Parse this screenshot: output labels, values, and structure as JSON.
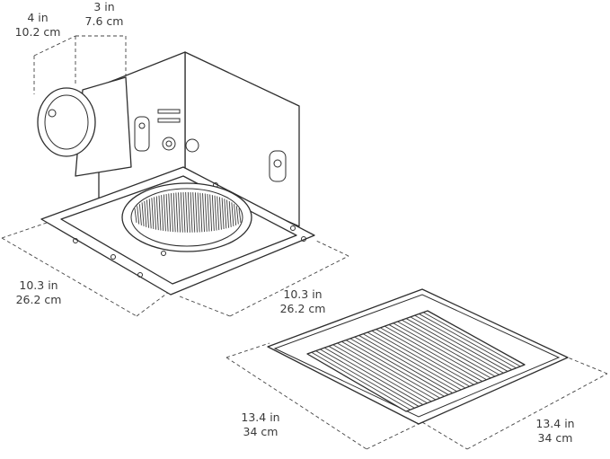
{
  "dimensions": {
    "duct_diameter": {
      "imperial": "4 in",
      "metric": "10.2 cm"
    },
    "duct_height": {
      "imperial": "3 in",
      "metric": "7.6 cm"
    },
    "housing_depth": {
      "imperial": "10.3 in",
      "metric": "26.2 cm"
    },
    "housing_width": {
      "imperial": "10.3 in",
      "metric": "26.2 cm"
    },
    "grille_depth": {
      "imperial": "13.4 in",
      "metric": "34 cm"
    },
    "grille_width": {
      "imperial": "13.4 in",
      "metric": "34 cm"
    }
  }
}
